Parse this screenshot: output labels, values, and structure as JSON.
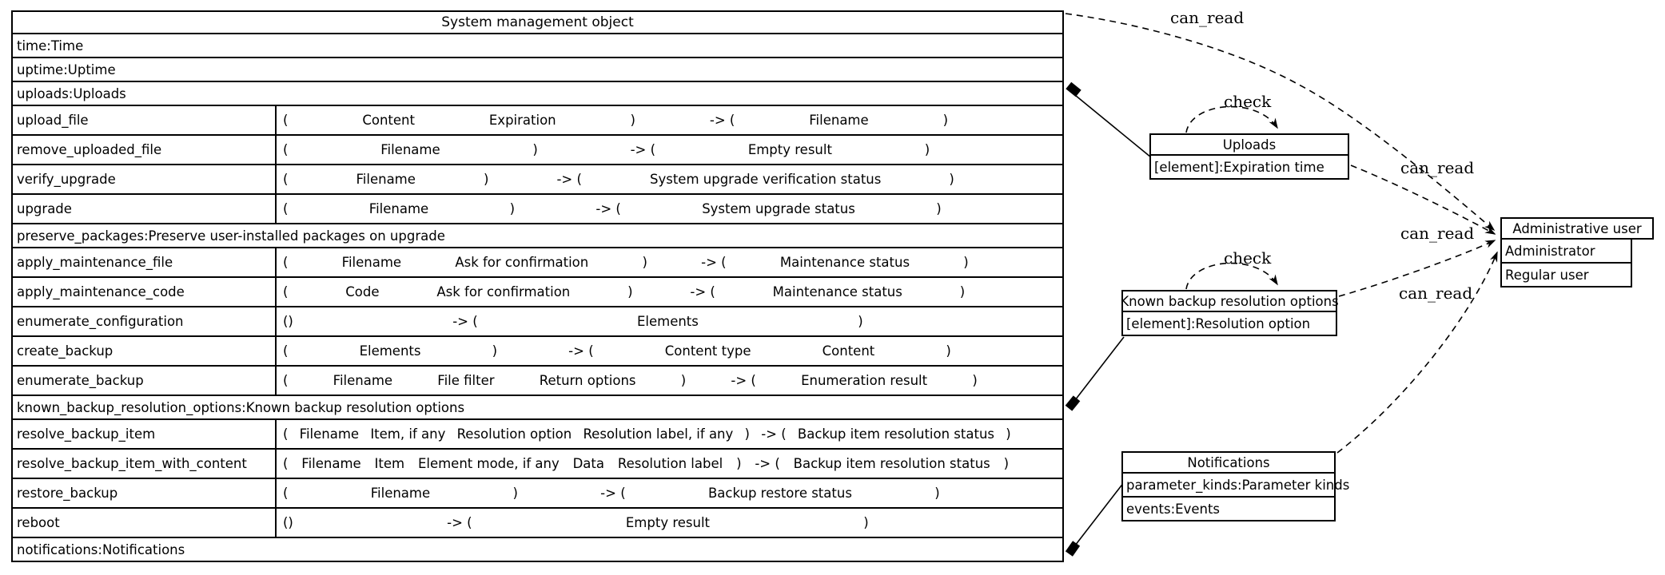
{
  "diagram": {
    "main_table": {
      "title": "System management object",
      "rows": [
        {
          "kind": "attr",
          "text": "time:Time"
        },
        {
          "kind": "attr",
          "text": "uptime:Uptime"
        },
        {
          "kind": "attr",
          "text": "uploads:Uploads"
        },
        {
          "kind": "method",
          "name": "upload_file",
          "tokens": [
            "(",
            "Content",
            "Expiration",
            ")",
            "-> (",
            "Filename",
            ")"
          ]
        },
        {
          "kind": "method",
          "name": "remove_uploaded_file",
          "tokens": [
            "(",
            "Filename",
            ")",
            "-> (",
            "Empty result",
            ")"
          ]
        },
        {
          "kind": "method",
          "name": "verify_upgrade",
          "tokens": [
            "(",
            "Filename",
            ")",
            "-> (",
            "System upgrade verification status",
            ")"
          ]
        },
        {
          "kind": "method",
          "name": "upgrade",
          "tokens": [
            "(",
            "Filename",
            ")",
            "-> (",
            "System upgrade status",
            ")"
          ]
        },
        {
          "kind": "attr",
          "text": "preserve_packages:Preserve user-installed packages on upgrade"
        },
        {
          "kind": "method",
          "name": "apply_maintenance_file",
          "tokens": [
            "(",
            "Filename",
            "Ask for confirmation",
            ")",
            "-> (",
            "Maintenance status",
            ")"
          ]
        },
        {
          "kind": "method",
          "name": "apply_maintenance_code",
          "tokens": [
            "(",
            "Code",
            "Ask for confirmation",
            ")",
            "-> (",
            "Maintenance status",
            ")"
          ]
        },
        {
          "kind": "method",
          "name": "enumerate_configuration",
          "tokens": [
            "()",
            "-> (",
            "Elements",
            ")"
          ]
        },
        {
          "kind": "method",
          "name": "create_backup",
          "tokens": [
            "(",
            "Elements",
            ")",
            "-> (",
            "Content type",
            "Content",
            ")"
          ]
        },
        {
          "kind": "method",
          "name": "enumerate_backup",
          "tokens": [
            "(",
            "Filename",
            "File filter",
            "Return options",
            ")",
            "-> (",
            "Enumeration result",
            ")"
          ]
        },
        {
          "kind": "attr",
          "text": "known_backup_resolution_options:Known backup resolution options"
        },
        {
          "kind": "method",
          "name": "resolve_backup_item",
          "tokens": [
            "(",
            "Filename",
            "Item, if any",
            "Resolution option",
            "Resolution label, if any",
            ")",
            "-> (",
            "Backup item resolution status",
            ")"
          ]
        },
        {
          "kind": "method",
          "name": "resolve_backup_item_with_content",
          "tokens": [
            "(",
            "Filename",
            "Item",
            "Element mode, if any",
            "Data",
            "Resolution label",
            ")",
            "-> (",
            "Backup item resolution status",
            ")"
          ]
        },
        {
          "kind": "method",
          "name": "restore_backup",
          "tokens": [
            "(",
            "Filename",
            ")",
            "-> (",
            "Backup restore status",
            ")"
          ]
        },
        {
          "kind": "method",
          "name": "reboot",
          "tokens": [
            "()",
            "-> (",
            "Empty result",
            ")"
          ]
        },
        {
          "kind": "attr",
          "text": "notifications:Notifications"
        }
      ]
    },
    "side_boxes": [
      {
        "id": "uploads",
        "title": "Uploads",
        "rows": [
          "[element]:Expiration time"
        ]
      },
      {
        "id": "known-backup-resolution-options",
        "title": "Known backup resolution options",
        "rows": [
          "[element]:Resolution option"
        ]
      },
      {
        "id": "notifications",
        "title": "Notifications",
        "rows": [
          "parameter_kinds:Parameter kinds",
          "events:Events"
        ]
      },
      {
        "id": "administrative-user",
        "title": "Administrative user",
        "rows": [
          "Administrator",
          "Regular user"
        ]
      }
    ],
    "edge_labels": {
      "can_read": "can_read",
      "check": "check"
    },
    "edges": [
      {
        "from": "System management object",
        "to": "Administrative user",
        "label": "can_read",
        "style": "dashed"
      },
      {
        "from": "Uploads",
        "to": "Administrative user",
        "label": "can_read",
        "style": "dashed"
      },
      {
        "from": "Known backup resolution options",
        "to": "Administrative user",
        "label": "can_read",
        "style": "dashed"
      },
      {
        "from": "Notifications",
        "to": "Administrative user",
        "label": "can_read",
        "style": "dashed"
      },
      {
        "from": "Uploads",
        "to": "Uploads",
        "label": "check",
        "style": "dashed-self-loop"
      },
      {
        "from": "Known backup resolution options",
        "to": "Known backup resolution options",
        "label": "check",
        "style": "dashed-self-loop"
      },
      {
        "from": "System management object (uploads)",
        "to": "Uploads",
        "label": "",
        "style": "solid-composition"
      },
      {
        "from": "System management object (known_backup_resolution_options)",
        "to": "Known backup resolution options",
        "label": "",
        "style": "solid-composition"
      },
      {
        "from": "System management object (notifications)",
        "to": "Notifications",
        "label": "",
        "style": "solid-composition"
      }
    ]
  }
}
